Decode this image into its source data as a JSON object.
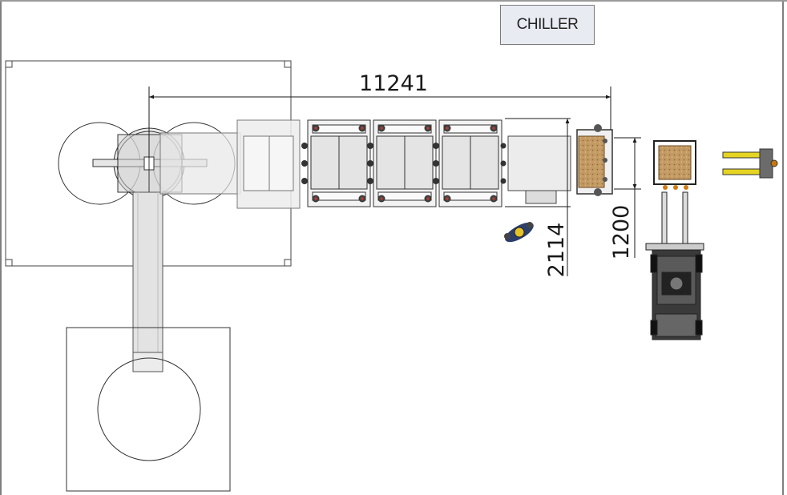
{
  "labels": {
    "chiller": "CHILLER"
  },
  "dimensions": {
    "line_length": "11241",
    "conveyor_width": "2114",
    "pallet_width": "1200"
  },
  "colors": {
    "line": "#3a3a3a",
    "pallet_brown": "#b58a55",
    "forklift_yellow": "#e5d421",
    "panel_blue": "#e9ebf3"
  }
}
